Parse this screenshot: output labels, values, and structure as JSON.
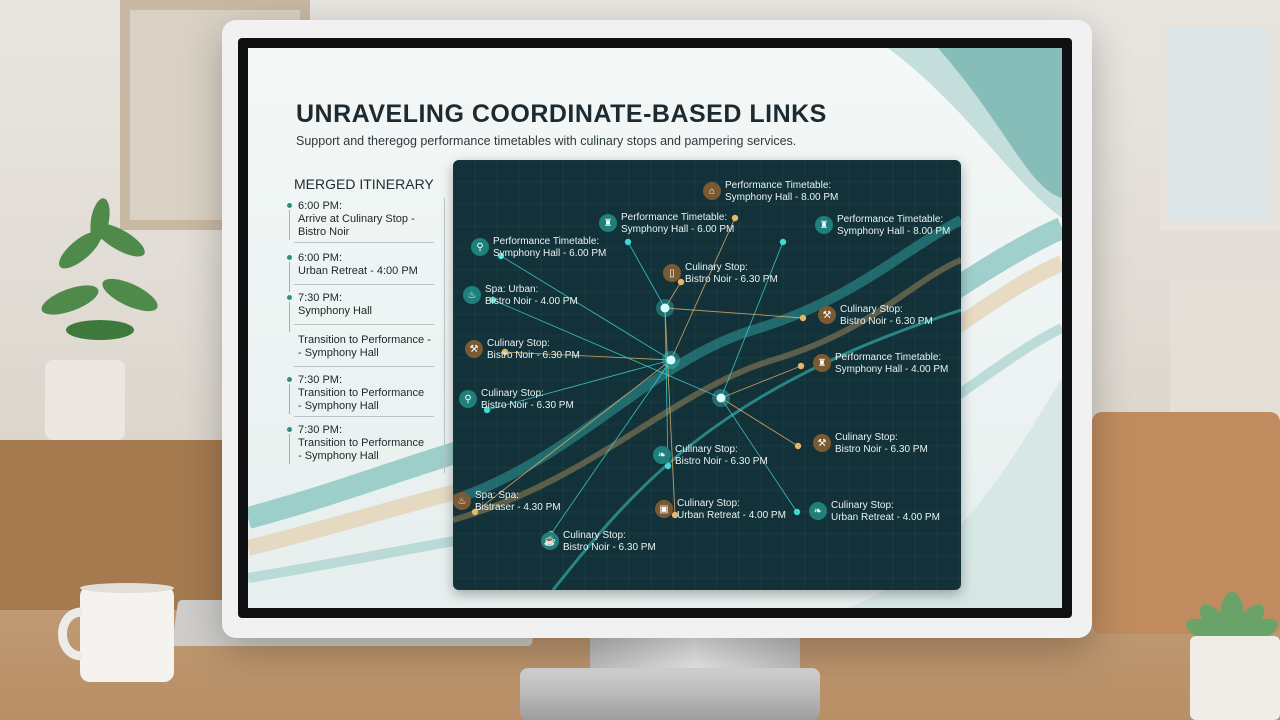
{
  "slide": {
    "title": "UNRAVELING COORDINATE-BASED LINKS",
    "subtitle": "Support and theregog performance timetables with culinary stops and pampering services."
  },
  "itinerary": {
    "title": "MERGED ITINERARY",
    "items": [
      {
        "time": "6:00 PM:",
        "detail": "Arrive at Culinary Stop -",
        "detail2": "Bistro Noir"
      },
      {
        "time": "6:00 PM:",
        "detail": "Urban Retreat - 4:00 PM",
        "detail2": ""
      },
      {
        "time": "7:30 PM:",
        "detail": "Symphony Hall",
        "detail2": ""
      },
      {
        "time": "",
        "detail": "Transition to Performance -",
        "detail2": "- Symphony Hall"
      },
      {
        "time": "7:30 PM:",
        "detail": "Transition to Performance",
        "detail2": "- Symphony Hall"
      },
      {
        "time": "7:30 PM:",
        "detail": "Transition to Performance",
        "detail2": "- Symphony Hall"
      }
    ]
  },
  "network": {
    "colors": {
      "teal": "#3fd8d2",
      "gold": "#e8b56a",
      "panel": "#123138",
      "grid": "#1f454b"
    },
    "nodes": [
      {
        "id": "n1",
        "title": "Performance Timetable:",
        "sub": "Symphony Hall - 8.00 PM",
        "icon": "building-icon",
        "glyph": "⌂",
        "tone": "gold"
      },
      {
        "id": "n2",
        "title": "Performance Timetable:",
        "sub": "Symphony Hall - 6.00 PM",
        "icon": "theater-icon",
        "glyph": "♜",
        "tone": "teal"
      },
      {
        "id": "n3",
        "title": "Performance Timetable:",
        "sub": "Symphony Hall - 8.00 PM",
        "icon": "theater-icon",
        "glyph": "♜",
        "tone": "teal"
      },
      {
        "id": "n4",
        "title": "Performance Timetable:",
        "sub": "Symphony Hall - 6.00 PM",
        "icon": "location-pin-icon",
        "glyph": "⚲",
        "tone": "teal"
      },
      {
        "id": "n5",
        "title": "Culinary Stop:",
        "sub": "Bistro Noir - 6.30 PM",
        "icon": "door-icon",
        "glyph": "▯",
        "tone": "gold"
      },
      {
        "id": "n6",
        "title": "Spa: Urban:",
        "sub": "Bistro Noir - 4.00 PM",
        "icon": "spa-icon",
        "glyph": "♨",
        "tone": "teal"
      },
      {
        "id": "n7",
        "title": "Culinary Stop:",
        "sub": "Bistro Noir - 6.30 PM",
        "icon": "utensils-icon",
        "glyph": "⚒",
        "tone": "gold"
      },
      {
        "id": "n8",
        "title": "Culinary Stop:",
        "sub": "Bistro Noir - 6.30 PM",
        "icon": "utensils-icon",
        "glyph": "⚒",
        "tone": "gold"
      },
      {
        "id": "n9",
        "title": "Performance Timetable:",
        "sub": "Symphony Hall - 4.00 PM",
        "icon": "theater-icon",
        "glyph": "♜",
        "tone": "gold"
      },
      {
        "id": "n10",
        "title": "Culinary Stop:",
        "sub": "Bistro Noir - 6.30 PM",
        "icon": "location-pin-icon",
        "glyph": "⚲",
        "tone": "teal"
      },
      {
        "id": "n11",
        "title": "Culinary Stop:",
        "sub": "Bistro Noir - 6.30 PM",
        "icon": "leaf-icon",
        "glyph": "❧",
        "tone": "teal"
      },
      {
        "id": "n12",
        "title": "Culinary Stop:",
        "sub": "Bistro Noir - 6.30 PM",
        "icon": "utensils-icon",
        "glyph": "⚒",
        "tone": "gold"
      },
      {
        "id": "n13",
        "title": "Spa: Spa:",
        "sub": "Bistraser - 4.30 PM",
        "icon": "spa-icon",
        "glyph": "♨",
        "tone": "gold"
      },
      {
        "id": "n14",
        "title": "Culinary Stop:",
        "sub": "Urban Retreat - 4.00 PM",
        "icon": "suitcase-icon",
        "glyph": "▣",
        "tone": "gold"
      },
      {
        "id": "n15",
        "title": "Culinary Stop:",
        "sub": "Urban Retreat - 4.00 PM",
        "icon": "leaf-icon",
        "glyph": "❧",
        "tone": "teal"
      },
      {
        "id": "n16",
        "title": "Culinary Stop:",
        "sub": "Bistro Noir - 6.30 PM",
        "icon": "cup-icon",
        "glyph": "☕",
        "tone": "teal"
      }
    ]
  }
}
